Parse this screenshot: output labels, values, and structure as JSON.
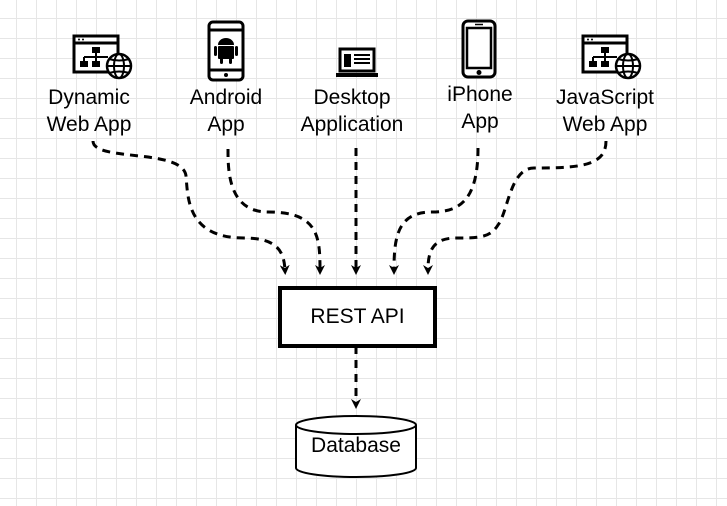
{
  "clients": [
    {
      "line1": "Dynamic",
      "line2": "Web App",
      "icon": "web-app-globe-icon"
    },
    {
      "line1": "Android",
      "line2": "App",
      "icon": "android-phone-icon"
    },
    {
      "line1": "Desktop",
      "line2": "Application",
      "icon": "desktop-application-icon"
    },
    {
      "line1": "iPhone",
      "line2": "App",
      "icon": "iphone-icon"
    },
    {
      "line1": "JavaScript",
      "line2": "Web App",
      "icon": "web-app-globe-icon"
    }
  ],
  "api": {
    "label": "REST API"
  },
  "database": {
    "label": "Database"
  },
  "colors": {
    "stroke": "#000000",
    "grid": "#e6e6e6",
    "background": "#ffffff"
  }
}
